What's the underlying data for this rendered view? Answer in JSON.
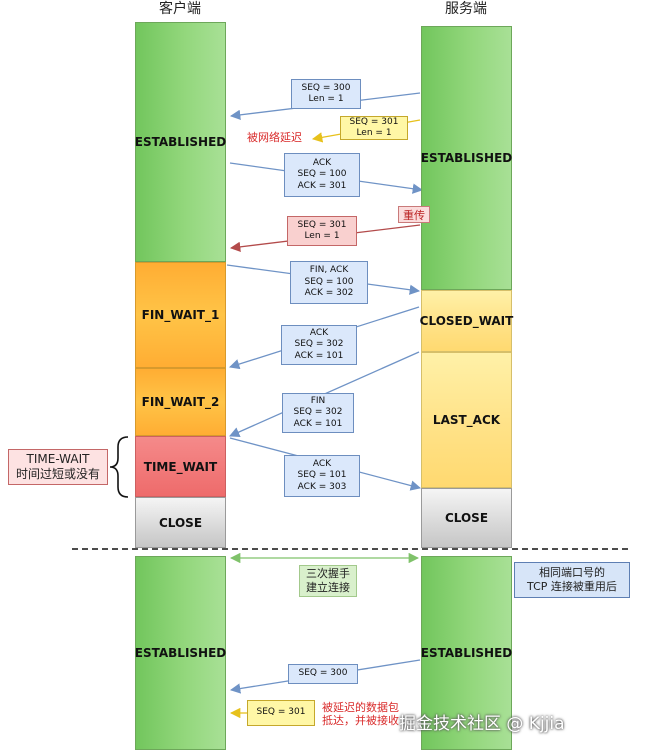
{
  "headers": {
    "client": "客户端",
    "server": "服务端"
  },
  "client_states": [
    {
      "label": "ESTABLISHED"
    },
    {
      "label": "FIN_WAIT_1"
    },
    {
      "label": "FIN_WAIT_2"
    },
    {
      "label": "TIME_WAIT"
    },
    {
      "label": "CLOSE"
    },
    {
      "label": "ESTABLISHED"
    }
  ],
  "server_states": [
    {
      "label": "ESTABLISHED"
    },
    {
      "label": "CLOSED_WAIT"
    },
    {
      "label": "LAST_ACK"
    },
    {
      "label": "CLOSE"
    },
    {
      "label": "ESTABLISHED"
    }
  ],
  "messages": [
    {
      "lines": [
        "SEQ = 300",
        "Len = 1"
      ]
    },
    {
      "lines": [
        "SEQ = 301",
        "Len = 1"
      ]
    },
    {
      "lines": [
        "ACK",
        "SEQ = 100",
        "ACK = 301"
      ]
    },
    {
      "lines": [
        "SEQ = 301",
        "Len = 1"
      ]
    },
    {
      "lines": [
        "FIN, ACK",
        "SEQ = 100",
        "ACK = 302"
      ]
    },
    {
      "lines": [
        "ACK",
        "SEQ = 302",
        "ACK = 101"
      ]
    },
    {
      "lines": [
        "FIN",
        "SEQ = 302",
        "ACK = 101"
      ]
    },
    {
      "lines": [
        "ACK",
        "SEQ = 101",
        "ACK = 303"
      ]
    },
    {
      "lines": [
        "SEQ = 300"
      ]
    },
    {
      "lines": [
        "SEQ = 301"
      ]
    }
  ],
  "notes": {
    "delayed": "被网络延迟",
    "retransmit": "重传",
    "time_wait_lines": [
      "TIME-WAIT",
      "时间过短或没有"
    ],
    "handshake_lines": [
      "三次握手",
      "建立连接"
    ],
    "reuse_lines": [
      "相同端口号的",
      "TCP 连接被重用后"
    ],
    "late_packet_lines": [
      "被延迟的数据包",
      "抵达，并被接收"
    ]
  },
  "watermark": "掘金技术社区 @ Kjjia",
  "colors": {
    "arrow_blue": "#6f93c6",
    "arrow_yellow": "#e7c11c",
    "arrow_red": "#b34b4b",
    "arrow_green": "#7fc26a",
    "established_green": "#82cf6b",
    "fin_wait_orange": "#ffb53a",
    "closed_wait_yellow": "#ffe38a",
    "time_wait_red": "#ee6b6b",
    "close_gray": "#d0d0d0"
  }
}
